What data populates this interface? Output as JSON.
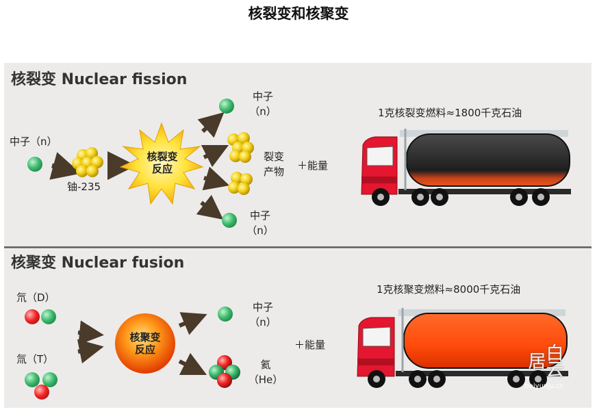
{
  "title": "核裂变和核聚变",
  "fission": {
    "heading": "核裂变 Nuclear fission",
    "input_neutron": "中子（n）",
    "uranium": "铀-235",
    "reaction_line1": "核裂变",
    "reaction_line2": "反应",
    "out_neutron_top": [
      "中子",
      "（n）"
    ],
    "fragments": [
      "裂变",
      "产物"
    ],
    "energy": "＋能量",
    "out_neutron_bottom": [
      "中子",
      "（n）"
    ],
    "fuel_equivalence": "1克核裂变燃料≈1800千克石油",
    "tank_color": "#2b2b2b"
  },
  "fusion": {
    "heading": "核聚变 Nuclear fusion",
    "deuterium": "氘（D）",
    "tritium": "氚（T）",
    "reaction_line1": "核聚变",
    "reaction_line2": "反应",
    "out_neutron": [
      "中子",
      "（n）"
    ],
    "helium": [
      "氦",
      "（He）"
    ],
    "energy": "＋能量",
    "fuel_equivalence": "1克核聚变燃料≈8000千克石油",
    "tank_color": "#ff4a0a"
  },
  "watermark": {
    "text": "白云居",
    "url": "baiyunju.cc"
  },
  "colors": {
    "neutron": "#2e9e57",
    "proton": "#e81c1c",
    "uranium": "#f5d21a",
    "truck_cab": "#e5162f",
    "arrow": "#4a3a2a"
  }
}
